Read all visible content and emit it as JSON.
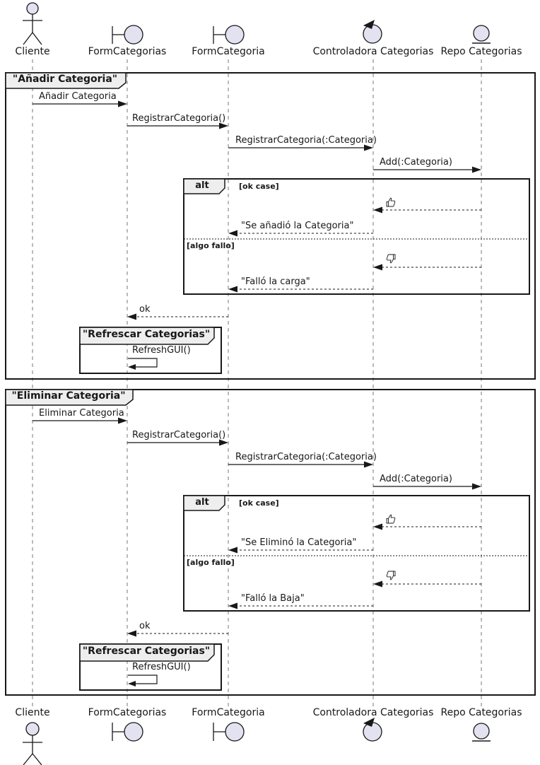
{
  "diagram": {
    "type": "uml-sequence-diagram",
    "colors": {
      "line": "#181818",
      "participant_fill": "#E2E2F0",
      "frame_header_fill": "#EEEEEE",
      "lifeline": "#777777",
      "background": "#FFFFFF"
    },
    "participants": [
      {
        "name": "Cliente",
        "icon": "actor-icon"
      },
      {
        "name": "FormCategorias",
        "icon": "boundary-icon"
      },
      {
        "name": "FormCategoria",
        "icon": "boundary-icon"
      },
      {
        "name": "Controladora Categorias",
        "icon": "control-icon"
      },
      {
        "name": "Repo Categorias",
        "icon": "entity-icon"
      }
    ],
    "frames": [
      {
        "title": "\"Añadir Categoria\"",
        "messages": [
          {
            "label": "Añadir Categoria",
            "from": "Cliente",
            "to": "FormCategorias",
            "style": "solid"
          },
          {
            "label": "RegistrarCategoria()",
            "from": "FormCategorias",
            "to": "FormCategoria",
            "style": "solid"
          },
          {
            "label": "RegistrarCategoria(:Categoria)",
            "from": "FormCategoria",
            "to": "Controladora Categorias",
            "style": "solid"
          },
          {
            "label": "Add(:Categoria)",
            "from": "Controladora Categorias",
            "to": "Repo Categorias",
            "style": "solid"
          }
        ],
        "alt": {
          "operator": "alt",
          "sections": [
            {
              "guard": "[ok case]",
              "messages": [
                {
                  "label": "",
                  "icon": "thumbs-up-icon",
                  "from": "Repo Categorias",
                  "to": "Controladora Categorias",
                  "style": "dashed"
                },
                {
                  "label": "\"Se añadió la Categoria\"",
                  "from": "Controladora Categorias",
                  "to": "FormCategoria",
                  "style": "dashed"
                }
              ]
            },
            {
              "guard": "[algo fallo]",
              "messages": [
                {
                  "label": "",
                  "icon": "thumbs-down-icon",
                  "from": "Repo Categorias",
                  "to": "Controladora Categorias",
                  "style": "dashed"
                },
                {
                  "label": "\"Falló la carga\"",
                  "from": "Controladora Categorias",
                  "to": "FormCategoria",
                  "style": "dashed"
                }
              ]
            }
          ]
        },
        "reply": {
          "label": "ok",
          "from": "FormCategoria",
          "to": "FormCategorias",
          "style": "dashed"
        },
        "inner_frame": {
          "title": "\"Refrescar Categorias\"",
          "message": {
            "label": "RefreshGUI()",
            "from": "FormCategorias",
            "to": "FormCategorias",
            "style": "self"
          }
        }
      },
      {
        "title": "\"Eliminar Categoria\"",
        "messages": [
          {
            "label": "Eliminar Categoria",
            "from": "Cliente",
            "to": "FormCategorias",
            "style": "solid"
          },
          {
            "label": "RegistrarCategoria()",
            "from": "FormCategorias",
            "to": "FormCategoria",
            "style": "solid"
          },
          {
            "label": "RegistrarCategoria(:Categoria)",
            "from": "FormCategoria",
            "to": "Controladora Categorias",
            "style": "solid"
          },
          {
            "label": "Add(:Categoria)",
            "from": "Controladora Categorias",
            "to": "Repo Categorias",
            "style": "solid"
          }
        ],
        "alt": {
          "operator": "alt",
          "sections": [
            {
              "guard": "[ok case]",
              "messages": [
                {
                  "label": "",
                  "icon": "thumbs-up-icon",
                  "from": "Repo Categorias",
                  "to": "Controladora Categorias",
                  "style": "dashed"
                },
                {
                  "label": "\"Se Eliminó la Categoria\"",
                  "from": "Controladora Categorias",
                  "to": "FormCategoria",
                  "style": "dashed"
                }
              ]
            },
            {
              "guard": "[algo fallo]",
              "messages": [
                {
                  "label": "",
                  "icon": "thumbs-down-icon",
                  "from": "Repo Categorias",
                  "to": "Controladora Categorias",
                  "style": "dashed"
                },
                {
                  "label": "\"Falló la Baja\"",
                  "from": "Controladora Categorias",
                  "to": "FormCategoria",
                  "style": "dashed"
                }
              ]
            }
          ]
        },
        "reply": {
          "label": "ok",
          "from": "FormCategoria",
          "to": "FormCategorias",
          "style": "dashed"
        },
        "inner_frame": {
          "title": "\"Refrescar Categorias\"",
          "message": {
            "label": "RefreshGUI()",
            "from": "FormCategorias",
            "to": "FormCategorias",
            "style": "self"
          }
        }
      }
    ]
  }
}
